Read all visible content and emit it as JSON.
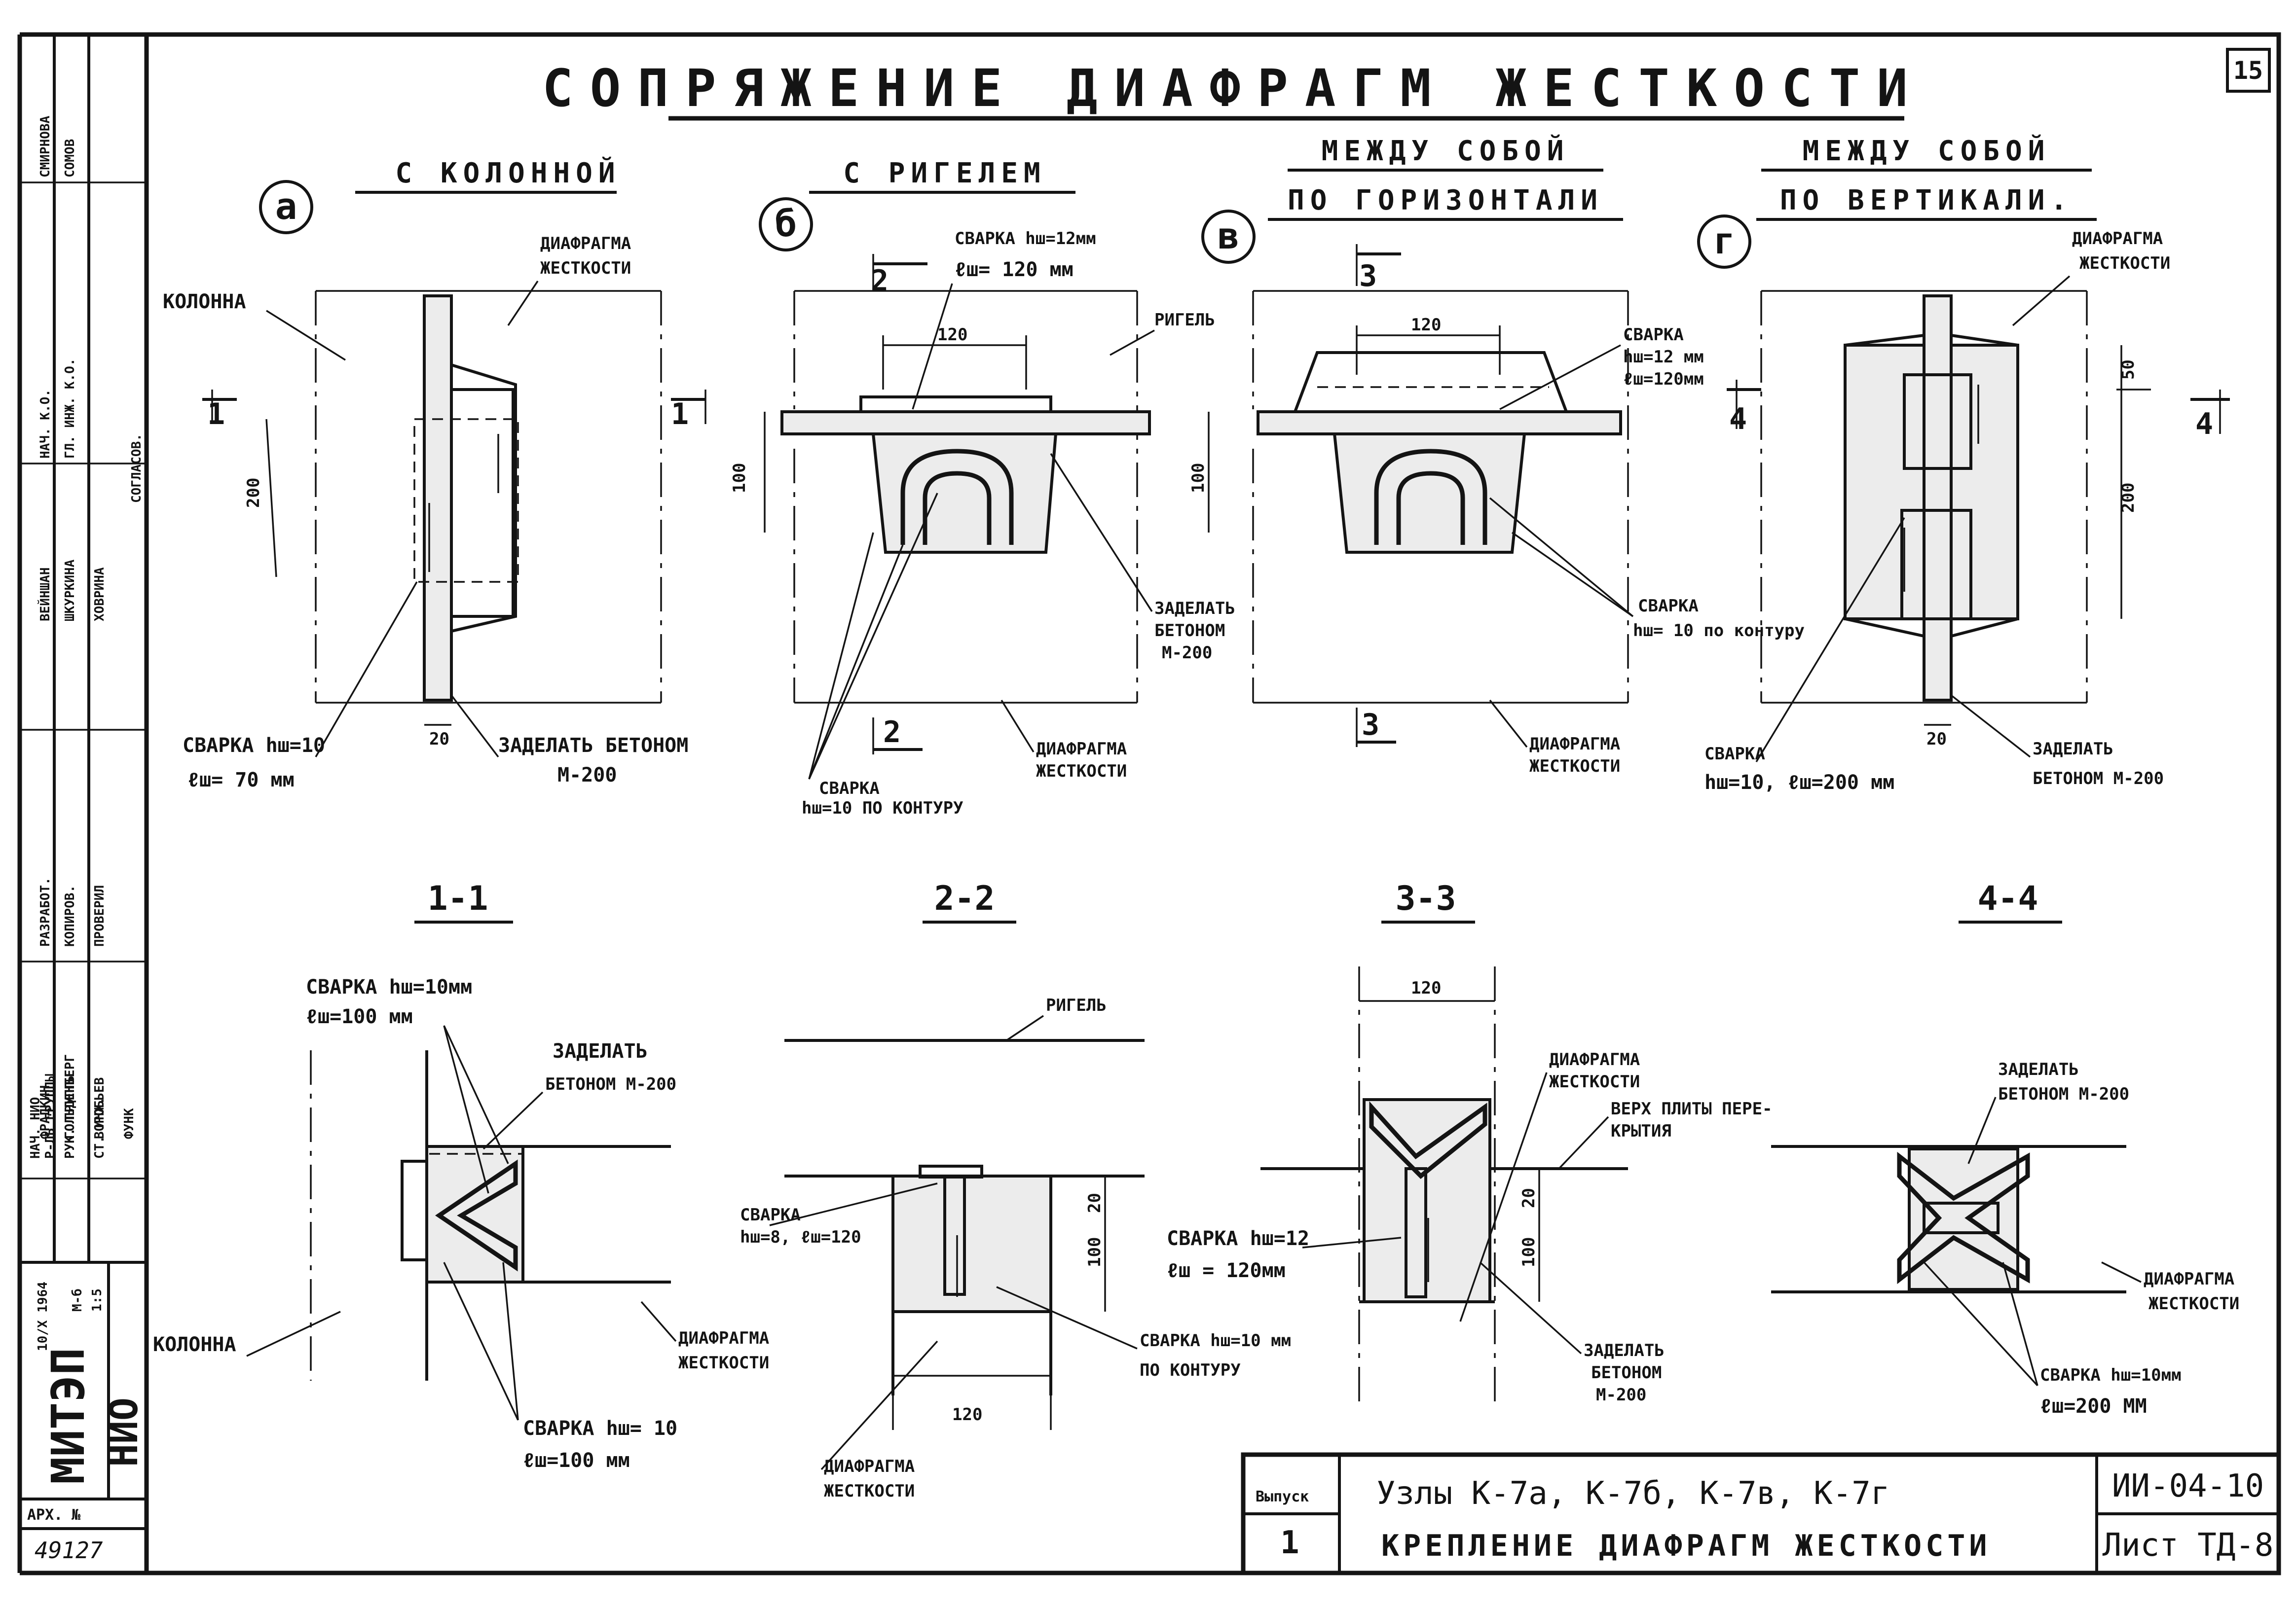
{
  "sheet": {
    "number": "15",
    "title": "СОПРЯЖЕНИЕ ДИАФРАГМ ЖЕСТКОСТИ"
  },
  "views": {
    "a": {
      "letter": "а",
      "heading": [
        "С КОЛОННОЙ"
      ],
      "labels": {
        "column": "КОЛОННА",
        "diaphragm": [
          "ДИАФРАГМА",
          "ЖЕСТКОСТИ"
        ],
        "weld": [
          "СВАРКА hш=10",
          "ℓш= 70 мм"
        ],
        "concrete": [
          "ЗАДЕЛАТЬ БЕТОНОМ",
          "М-200"
        ]
      },
      "dims": [
        "200",
        "20"
      ],
      "cut": "1"
    },
    "b": {
      "letter": "б",
      "heading": [
        "С РИГЕЛЕМ"
      ],
      "labels": {
        "weld_top": [
          "СВАРКА hш=12мм",
          "ℓш= 120 мм"
        ],
        "beam": "РИГЕЛЬ",
        "concrete": [
          "ЗАДЕЛАТЬ",
          "БЕТОНОМ",
          "М-200"
        ],
        "diaphragm": [
          "ДИАФРАГМА",
          "ЖЕСТКОСТИ"
        ],
        "weld_contour": [
          "СВАРКА",
          "hш=10 ПО КОНТУРУ"
        ]
      },
      "dims": [
        "120",
        "100"
      ],
      "cut": "2"
    },
    "c": {
      "letter": "в",
      "heading": [
        "МЕЖДУ СОБОЙ",
        "ПО ГОРИЗОНТАЛИ"
      ],
      "labels": {
        "weld_top": [
          "СВАРКА",
          "hш=12 мм",
          "ℓш=120мм"
        ],
        "weld_contour": [
          "СВАРКА",
          "hш= 10 по контуру"
        ],
        "diaphragm": [
          "ДИАФРАГМА",
          "ЖЕСТКОСТИ"
        ]
      },
      "dims": [
        "120",
        "100"
      ],
      "cut": "3"
    },
    "d": {
      "letter": "г",
      "heading": [
        "МЕЖДУ СОБОЙ",
        "ПО ВЕРТИКАЛИ."
      ],
      "labels": {
        "diaphragm": [
          "ДИАФРАГМА",
          "ЖЕСТКОСТИ"
        ],
        "weld": [
          "СВАРКА",
          "hш=10, ℓш=200 мм"
        ],
        "concrete": [
          "ЗАДЕЛАТЬ",
          "БЕТОНОМ М-200"
        ]
      },
      "dims": [
        "50",
        "200",
        "20"
      ],
      "cut": "4"
    }
  },
  "sections": {
    "s1": {
      "title": "1-1",
      "labels": {
        "weld_top": [
          "СВАРКА hш=10мм",
          "ℓш=100 мм"
        ],
        "concrete": [
          "ЗАДЕЛАТЬ",
          "БЕТОНОМ М-200"
        ],
        "column": "КОЛОННА",
        "diaphragm": [
          "ДИАФРАГМА",
          "ЖЕСТКОСТИ"
        ],
        "weld_bottom": [
          "СВАРКА hш= 10",
          "ℓш=100 мм"
        ]
      }
    },
    "s2": {
      "title": "2-2",
      "labels": {
        "beam": "РИГЕЛЬ",
        "weld_side": [
          "СВАРКА",
          "hш=8, ℓш=120"
        ],
        "weld_contour": [
          "СВАРКА hш=10 мм",
          "ПО КОНТУРУ"
        ],
        "diaphragm": [
          "ДИАФРАГМА",
          "ЖЕСТКОСТИ"
        ]
      },
      "dims": [
        "20",
        "100",
        "120"
      ]
    },
    "s3": {
      "title": "3-3",
      "labels": {
        "diaphragm": [
          "ДИАФРАГМА",
          "ЖЕСТКОСТИ"
        ],
        "slab_top": [
          "ВЕРХ ПЛИТЫ ПЕРЕ-",
          "КРЫТИЯ"
        ],
        "weld": [
          "СВАРКА hш=12",
          "ℓш = 120мм"
        ],
        "concrete": [
          "ЗАДЕЛАТЬ",
          "БЕТОНОМ",
          "М-200"
        ]
      },
      "dims": [
        "120",
        "20",
        "100"
      ]
    },
    "s4": {
      "title": "4-4",
      "labels": {
        "concrete": [
          "ЗАДЕЛАТЬ",
          "БЕТОНОМ М-200"
        ],
        "diaphragm": [
          "ДИАФРАГМА",
          "ЖЕСТКОСТИ"
        ],
        "weld": [
          "СВАРКА hш=10мм",
          "ℓш=200 ММ"
        ]
      }
    }
  },
  "title_block": {
    "issue_label": "Выпуск",
    "issue_number": "1",
    "line1": "Узлы К-7а, К-7б, К-7в, К-7г",
    "line2": "КРЕПЛЕНИЕ ДИАФРАГМ ЖЕСТКОСТИ",
    "code": "ИИ-04-10",
    "sheet_label": "Лист ТД-8"
  },
  "stamp": {
    "org": "МИТЭП",
    "dept": "НИО",
    "archive": "АРХ. №",
    "archive_no": "49127",
    "date": "10/X 1964",
    "scale_label": "М-б",
    "scale": "1:5",
    "roles": [
      "НАЧ. К.О.",
      "ГЛ. ИНЖ. К.О.",
      "СОГЛАСОВ.",
      "РАЗРАБОТ.",
      "КОПИРОВ.",
      "ПРОВЕРИЛ",
      "НАЧ. НИО",
      "Р-ЛЬ ГРУППЫ",
      "РУК. ГРУППЫ",
      "СТ. ИНЖ."
    ],
    "names": [
      "СМИРНОВА",
      "СОМОВ",
      "ВЕЙНШАН",
      "ШКУРКИНА",
      "ХОВРИНА",
      "ФРАДКИН",
      "ГОЛЬДЕНБЕРГ",
      "ВОРОБЬЕВ",
      "ФУНК"
    ]
  }
}
